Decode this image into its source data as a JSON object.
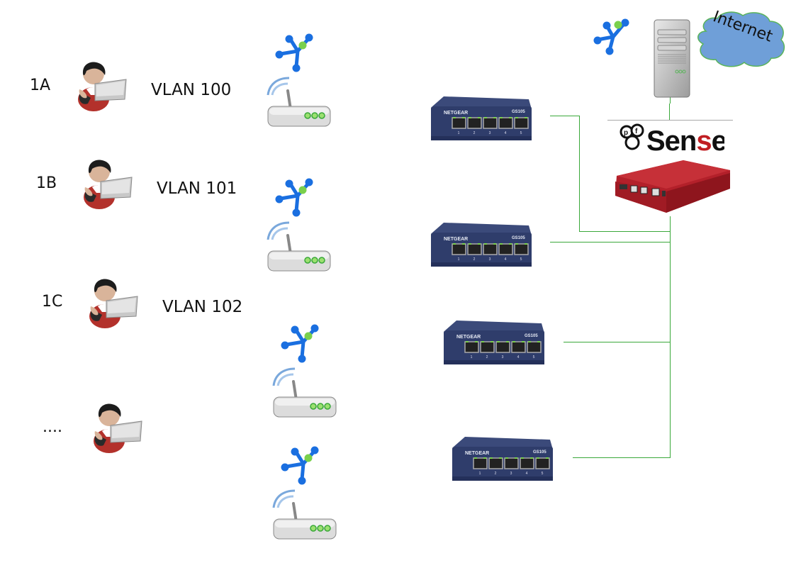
{
  "diagram": {
    "users": [
      {
        "id": "1A",
        "label": "1A",
        "vlan": "VLAN 100"
      },
      {
        "id": "1B",
        "label": "1B",
        "vlan": "VLAN 101"
      },
      {
        "id": "1C",
        "label": "1C",
        "vlan": "VLAN 102"
      },
      {
        "id": "more",
        "label": "....",
        "vlan": ""
      }
    ],
    "access_points": 4,
    "switches": [
      {
        "brand": "NETGEAR",
        "model": "GS105",
        "ports": [
          "1",
          "2",
          "3",
          "4",
          "5"
        ]
      },
      {
        "brand": "NETGEAR",
        "model": "GS105",
        "ports": [
          "1",
          "2",
          "3",
          "4",
          "5"
        ]
      },
      {
        "brand": "NETGEAR",
        "model": "GS105",
        "ports": [
          "1",
          "2",
          "3",
          "4",
          "5"
        ]
      },
      {
        "brand": "NETGEAR",
        "model": "GS105",
        "ports": [
          "1",
          "2",
          "3",
          "4",
          "5"
        ]
      }
    ],
    "firewall": {
      "logo_prefix": "pf",
      "logo_main": "Sen",
      "logo_accent": "s",
      "logo_end": "e"
    },
    "server": {
      "name": "server"
    },
    "cloud": {
      "label": "Internet"
    },
    "colors": {
      "wire": "#3aa83a",
      "cloud_fill": "#6f9fd8",
      "cloud_stroke": "#5ab45a",
      "switch_body": "#2f3d6b",
      "firewall_body": "#b3202a",
      "node_blue": "#1a6fe0",
      "node_green": "#7ad04c"
    }
  }
}
